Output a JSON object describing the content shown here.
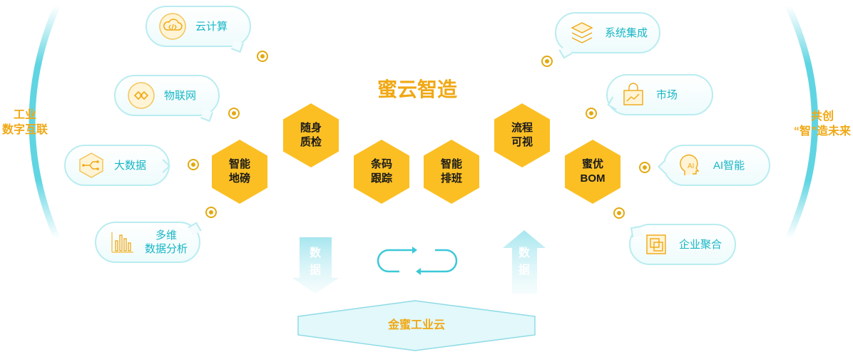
{
  "title": "蜜云智造",
  "left_caption": [
    "工业",
    "数字互联"
  ],
  "right_caption": [
    "共创",
    "“智”造未来"
  ],
  "left_bubbles": [
    {
      "label": "云计算",
      "icon": "cloud-code-icon"
    },
    {
      "label": "物联网",
      "icon": "iot-link-icon"
    },
    {
      "label": "大数据",
      "icon": "big-data-icon"
    },
    {
      "label": [
        "多维",
        "数据分析"
      ],
      "icon": "bar-chart-icon"
    }
  ],
  "right_bubbles": [
    {
      "label": "系统集成",
      "icon": "layers-icon"
    },
    {
      "label": "市场",
      "icon": "market-bag-icon"
    },
    {
      "label": "AI智能",
      "icon": "ai-head-icon"
    },
    {
      "label": "企业聚合",
      "icon": "aggregate-icon"
    }
  ],
  "hexagons": [
    {
      "label": [
        "随身",
        "质检"
      ]
    },
    {
      "label": [
        "智能",
        "地磅"
      ]
    },
    {
      "label": [
        "条码",
        "跟踪"
      ]
    },
    {
      "label": [
        "智能",
        "排班"
      ]
    },
    {
      "label": [
        "流程",
        "可视"
      ]
    },
    {
      "label": [
        "蜜优",
        "BOM"
      ]
    }
  ],
  "arrow_down_label": [
    "数",
    "据"
  ],
  "arrow_up_label": [
    "数",
    "据"
  ],
  "base_label": "金蜜工业云",
  "colors": {
    "accent": "#f0a814",
    "hex": "#fbbf24",
    "teal": "#18b6c5",
    "border": "#b9ecf0"
  }
}
